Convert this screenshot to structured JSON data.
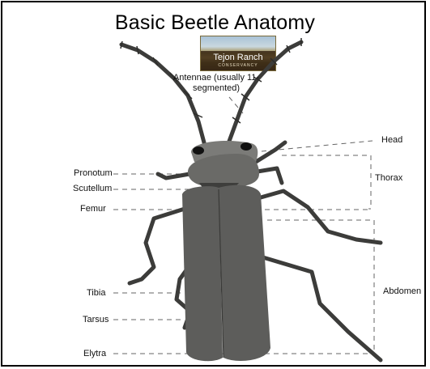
{
  "title": "Basic Beetle Anatomy",
  "logo": {
    "name": "Tejon Ranch",
    "sub": "CONSERVANCY"
  },
  "labels": {
    "antennae": "Antennae (usually 11-segmented)",
    "head": "Head",
    "thorax": "Thorax",
    "pronotum": "Pronotum",
    "scutellum": "Scutellum",
    "femur": "Femur",
    "abdomen": "Abdomen",
    "tibia": "Tibia",
    "tarsus": "Tarsus",
    "elytra": "Elytra"
  },
  "colors": {
    "body": "#5d5d5b",
    "body_light": "#7b7b78",
    "limb": "#3c3c3a",
    "leader": "#666666"
  }
}
